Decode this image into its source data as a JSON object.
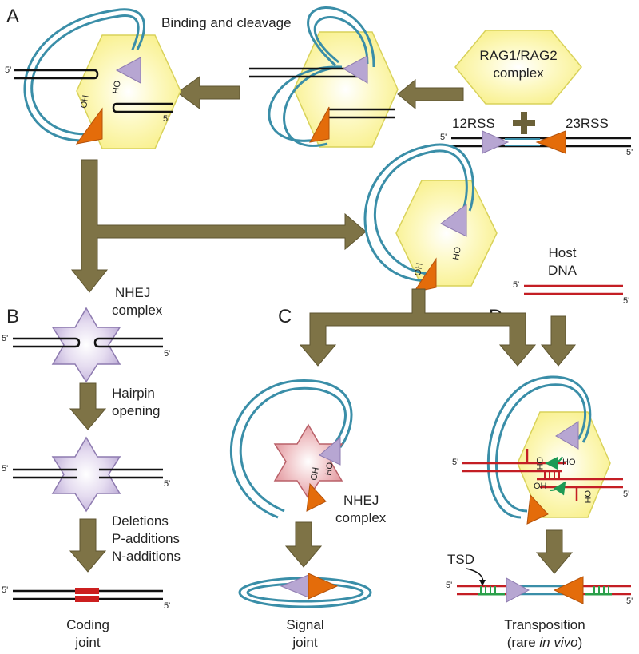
{
  "panels": {
    "a": "A",
    "b": "B",
    "c": "C",
    "d": "D"
  },
  "labels": {
    "binding_cleavage": "Binding and cleavage",
    "rag_line1": "RAG1/RAG2",
    "rag_line2": "complex",
    "rss12": "12RSS",
    "rss23": "23RSS",
    "nhej_b_line1": "NHEJ",
    "nhej_b_line2": "complex",
    "hairpin_line1": "Hairpin",
    "hairpin_line2": "opening",
    "mod_line1": "Deletions",
    "mod_line2": "P-additions",
    "mod_line3": "N-additions",
    "coding_line1": "Coding",
    "coding_line2": "joint",
    "host_line1": "Host",
    "host_line2": "DNA",
    "nhej_c_line1": "NHEJ",
    "nhej_c_line2": "complex",
    "signal_line1": "Signal",
    "signal_line2": "joint",
    "tsd": "TSD",
    "transposition": "Transposition",
    "rare_prefix": "(rare ",
    "rare_italic": "in vivo",
    "rare_suffix": ")"
  },
  "strand_end": "5'",
  "oh": "OH",
  "ho": "HO",
  "colors": {
    "rag_fill": "#fcf5a8",
    "rag_stroke": "#d9d25a",
    "signal_loop": "#3a8ea8",
    "dna": "#111111",
    "host_dna": "#c41e24",
    "arrow": "#7e7346",
    "arrow_stroke": "#5f5630",
    "rss12": "#b7a6d2",
    "rss23": "#e46c0a",
    "nhej_b": "#c8b6df",
    "nhej_c": "#e7a8ad",
    "coding_joint": "#cc1f1f",
    "tsd": "#2aa04a",
    "curved_arrow": "#1d9a55"
  }
}
